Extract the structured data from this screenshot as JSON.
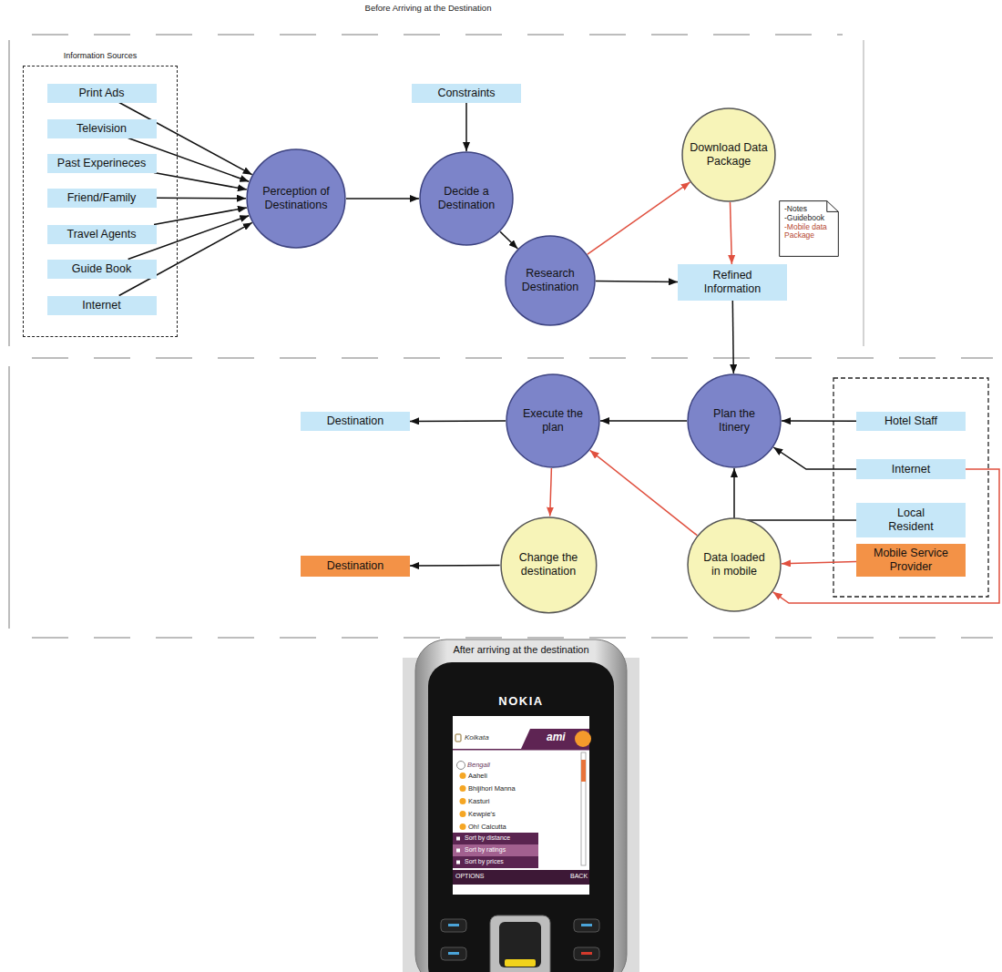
{
  "diagram": {
    "title": "Before Arriving at the Destination",
    "nodes": [
      {
        "text": [
          "Information Sources"
        ]
      },
      {
        "text": [
          "Print Ads"
        ],
        "in": 0
      },
      {
        "text": [
          "Television"
        ],
        "in": 0
      },
      {
        "text": [
          "Past Experineces"
        ],
        "in": 0
      },
      {
        "text": [
          "Friend/Family"
        ],
        "in": 0
      },
      {
        "text": [
          "Travel Agents"
        ],
        "in": 0
      },
      {
        "text": [
          "Guide Book"
        ],
        "in": 0
      },
      {
        "text": [
          "Internet"
        ],
        "in": 0
      },
      {
        "text": [
          "Constraints"
        ]
      },
      {
        "text": [
          "Perception of Destinations"
        ]
      },
      {
        "text": [
          "Decide a Destination"
        ]
      },
      {
        "text": [
          "Download Data Package"
        ]
      },
      {
        "text": [
          "Research Destination"
        ]
      },
      {
        "text": [
          "Refined Information"
        ]
      },
      {
        "text": [
          "-Notes",
          "-Guidebook",
          "-Mobile data Package"
        ]
      },
      {
        "text": [
          "Destination"
        ]
      },
      {
        "text": [
          "Execute the plan"
        ]
      },
      {
        "text": [
          "Plan the Itinery"
        ]
      },
      {
        "text": [
          "Hotel Staff"
        ]
      },
      {
        "text": [
          "Internet"
        ]
      },
      {
        "text": [
          "Local Resident"
        ]
      },
      {
        "text": [
          "Mobile Service Provider"
        ]
      },
      {
        "text": [
          "Destination"
        ]
      },
      {
        "text": [
          "Change the destination"
        ]
      },
      {
        "text": [
          "Data loaded in mobile"
        ]
      }
    ],
    "edges": [
      {
        "from": 1,
        "to": 9,
        "arrow": "to"
      },
      {
        "from": 2,
        "to": 9,
        "arrow": "to"
      },
      {
        "from": 3,
        "to": 9,
        "arrow": "to"
      },
      {
        "from": 4,
        "to": 9,
        "arrow": "to"
      },
      {
        "from": 5,
        "to": 9,
        "arrow": "to"
      },
      {
        "from": 6,
        "to": 9,
        "arrow": "to"
      },
      {
        "from": 7,
        "to": 9,
        "arrow": "to"
      },
      {
        "from": 9,
        "to": 10,
        "arrow": "to"
      },
      {
        "from": 8,
        "to": 10,
        "arrow": "to"
      },
      {
        "from": 10,
        "to": 12,
        "arrow": "to"
      },
      {
        "from": 12,
        "to": 11,
        "arrow": "to"
      },
      {
        "from": 11,
        "to": 13,
        "arrow": "to"
      },
      {
        "from": 12,
        "to": 13,
        "arrow": "to"
      },
      {
        "from": 13,
        "to": 17,
        "arrow": "to"
      },
      {
        "from": 18,
        "to": 17,
        "arrow": "to"
      },
      {
        "from": 19,
        "to": 17,
        "arrow": "to"
      },
      {
        "from": 20,
        "to": 17,
        "arrow": "to"
      },
      {
        "from": 17,
        "to": 16,
        "arrow": "to"
      },
      {
        "from": 16,
        "to": 15,
        "arrow": "to"
      },
      {
        "from": 21,
        "to": 24,
        "arrow": "to"
      },
      {
        "from": 19,
        "to": 24,
        "arrow": "to"
      },
      {
        "from": 24,
        "to": 16,
        "arrow": "to"
      },
      {
        "from": 16,
        "to": 23,
        "arrow": "to"
      },
      {
        "from": 23,
        "to": 22,
        "arrow": "to"
      }
    ],
    "labels": [
      "After arriving at the destination",
      "NOKIA",
      "Kolkata",
      "ami",
      "Bengali",
      "Aaheli",
      "Bhijihori Manna",
      "Kasturi",
      "Kewpie's",
      "Oh! Calcutta",
      "Sort by distance",
      "Sort by ratings",
      "Sort by prices",
      "OPTIONS",
      "BACK"
    ]
  }
}
